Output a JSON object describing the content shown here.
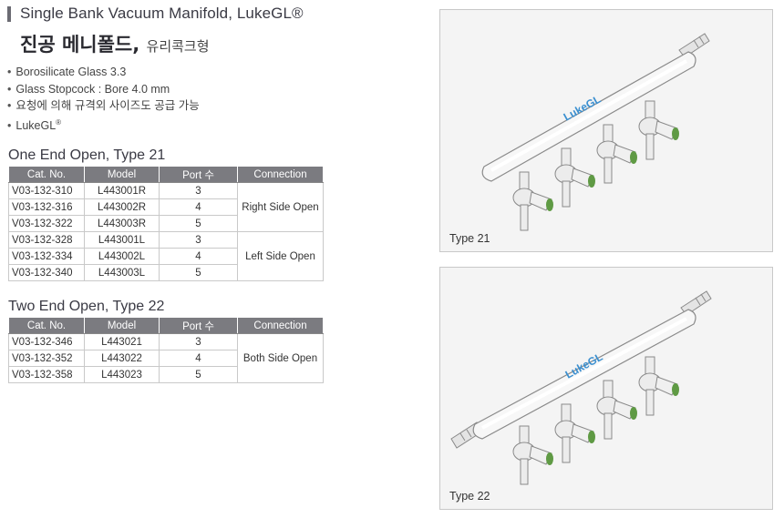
{
  "header": {
    "title_en": "Single Bank Vacuum Manifold, LukeGL®",
    "title_ko": "진공 메니폴드,",
    "title_ko_sub": "유리콕크형"
  },
  "features": [
    {
      "text": "Borosilicate Glass 3.3",
      "sup": ""
    },
    {
      "text": "Glass Stopcock : Bore 4.0 mm",
      "sup": ""
    },
    {
      "text": "요청에 의해 규격외 사이즈도 공급 가능",
      "sup": ""
    },
    {
      "text": "LukeGL",
      "sup": "®"
    }
  ],
  "columns": [
    "Cat. No.",
    "Model",
    "Port 수",
    "Connection"
  ],
  "type21": {
    "title": "One End Open, Type 21",
    "rows": [
      {
        "cat": "V03-132-310",
        "model": "L443001R",
        "port": "3"
      },
      {
        "cat": "V03-132-316",
        "model": "L443002R",
        "port": "4"
      },
      {
        "cat": "V03-132-322",
        "model": "L443003R",
        "port": "5"
      },
      {
        "cat": "V03-132-328",
        "model": "L443001L",
        "port": "3"
      },
      {
        "cat": "V03-132-334",
        "model": "L443002L",
        "port": "4"
      },
      {
        "cat": "V03-132-340",
        "model": "L443003L",
        "port": "5"
      }
    ],
    "connections": [
      "Right Side Open",
      "Left Side Open"
    ]
  },
  "type22": {
    "title": "Two End Open, Type 22",
    "rows": [
      {
        "cat": "V03-132-346",
        "model": "L443021",
        "port": "3"
      },
      {
        "cat": "V03-132-352",
        "model": "L443022",
        "port": "4"
      },
      {
        "cat": "V03-132-358",
        "model": "L443023",
        "port": "5"
      }
    ],
    "connections": [
      "Both Side Open"
    ]
  },
  "images": {
    "type21_caption": "Type 21",
    "type22_caption": "Type 22",
    "logo": "LukeGL"
  },
  "colors": {
    "header_bg": "#7b7b80",
    "logo_blue": "#3a8fd0",
    "stopcock_green": "#5f9a44"
  }
}
